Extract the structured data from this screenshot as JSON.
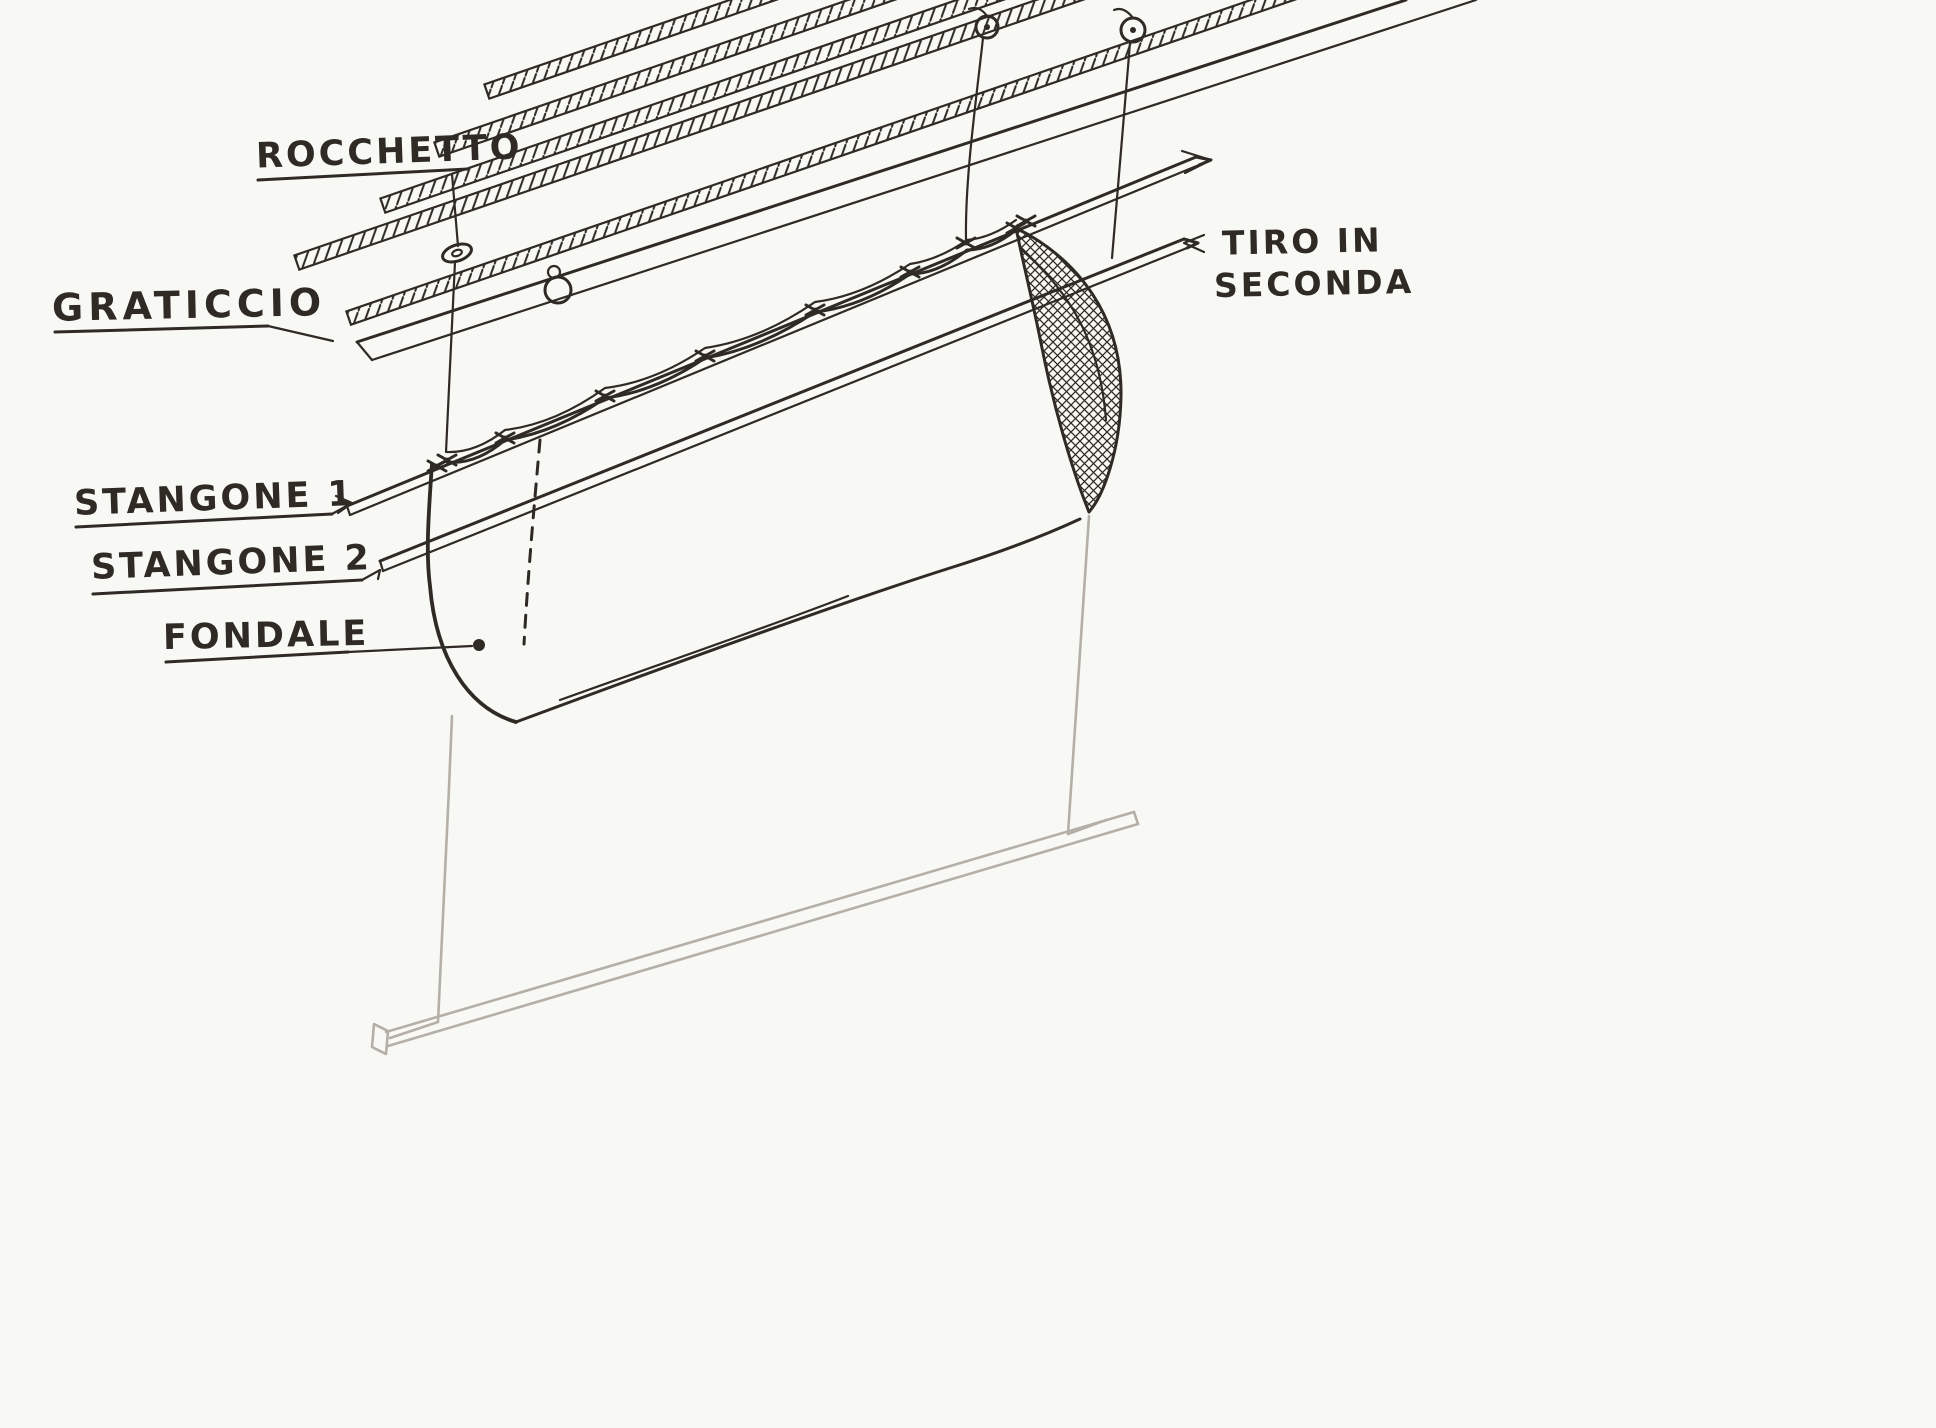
{
  "colors": {
    "ink": "#2f2a24",
    "pencil": "#b4b0a8",
    "paper": "#f8f8f5"
  },
  "labels": {
    "rocchetto": "ROCCHETTO",
    "graticcio": "GRATICCIO",
    "stangone1": "STANGONE 1",
    "stangone2": "STANGONE 2",
    "fondale": "FONDALE",
    "tiro_line1": "TIRO IN",
    "tiro_line2": "SECONDA"
  }
}
